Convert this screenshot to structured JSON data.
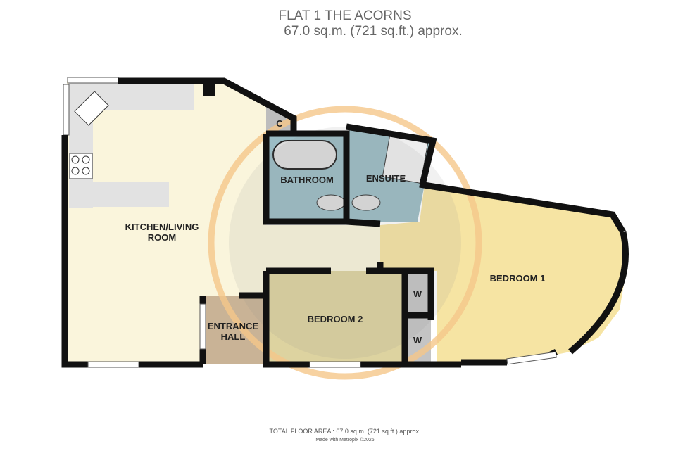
{
  "header": {
    "title": "FLAT 1 THE ACORNS",
    "area": "67.0 sq.m. (721 sq.ft.) approx."
  },
  "rooms": {
    "kitchen_line1": "KITCHEN/LIVING",
    "kitchen_line2": "ROOM",
    "bathroom": "BATHROOM",
    "ensuite": "ENSUITE",
    "bedroom1": "BEDROOM 1",
    "bedroom2": "BEDROOM 2",
    "hall_line1": "ENTRANCE",
    "hall_line2": "HALL",
    "cupboard": "C",
    "wardrobe1": "W",
    "wardrobe2": "W"
  },
  "footer": {
    "total": "TOTAL FLOOR AREA : 67.0 sq.m. (721 sq.ft.) approx.",
    "credit": "Made with Metropix ©2026"
  },
  "colors": {
    "kitchen": "#faf5dc",
    "bathroom": "#9bbcc4",
    "bedroom1": "#f6e4a3",
    "bedroom2": "#ddd3a0",
    "hall": "#c9b396",
    "cupboard": "#bdbdbd",
    "watermark": "#f5c78a"
  }
}
